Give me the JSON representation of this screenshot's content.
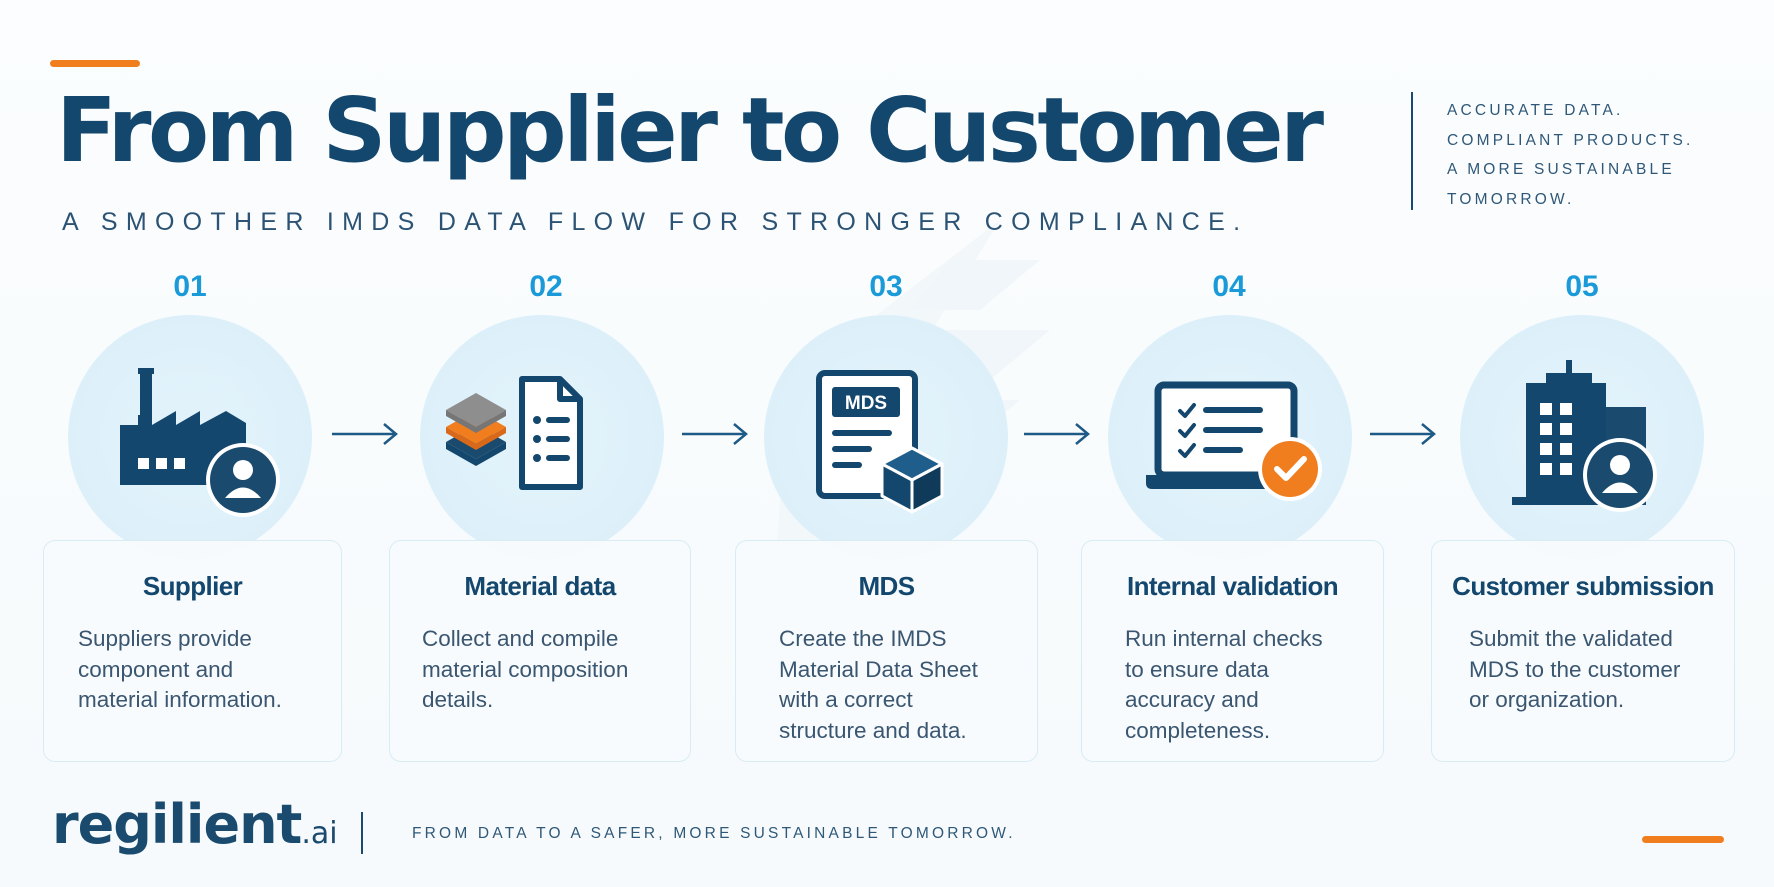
{
  "header": {
    "title": "From Supplier to Customer",
    "subtitle": "A SMOOTHER IMDS DATA FLOW FOR STRONGER COMPLIANCE.",
    "tagline": [
      "ACCURATE DATA.",
      "COMPLIANT PRODUCTS.",
      "A MORE SUSTAINABLE",
      "TOMORROW."
    ]
  },
  "colors": {
    "primary": "#14476d",
    "accent": "#f07e1f",
    "step_number": "#1a9ad8",
    "circle": "#ddf0fa"
  },
  "steps": [
    {
      "number": "01",
      "title": "Supplier",
      "text": "Suppliers provide component and material information.",
      "icon": "factory-supplier-icon"
    },
    {
      "number": "02",
      "title": "Material data",
      "text": "Collect and compile material composition details.",
      "icon": "material-layers-document-icon"
    },
    {
      "number": "03",
      "title": "MDS",
      "text": "Create the IMDS Material Data Sheet with a correct structure and data.",
      "icon": "mds-sheet-cube-icon",
      "badge": "MDS"
    },
    {
      "number": "04",
      "title": "Internal validation",
      "text": "Run internal checks to ensure data accuracy and completeness.",
      "icon": "laptop-checklist-icon"
    },
    {
      "number": "05",
      "title": "Customer submission",
      "text": "Submit the validated MDS to the customer or organization.",
      "icon": "building-customer-icon"
    }
  ],
  "footer": {
    "logo_main": "regilient",
    "logo_suffix": ".ai",
    "tagline": "FROM DATA TO A SAFER, MORE SUSTAINABLE TOMORROW."
  }
}
